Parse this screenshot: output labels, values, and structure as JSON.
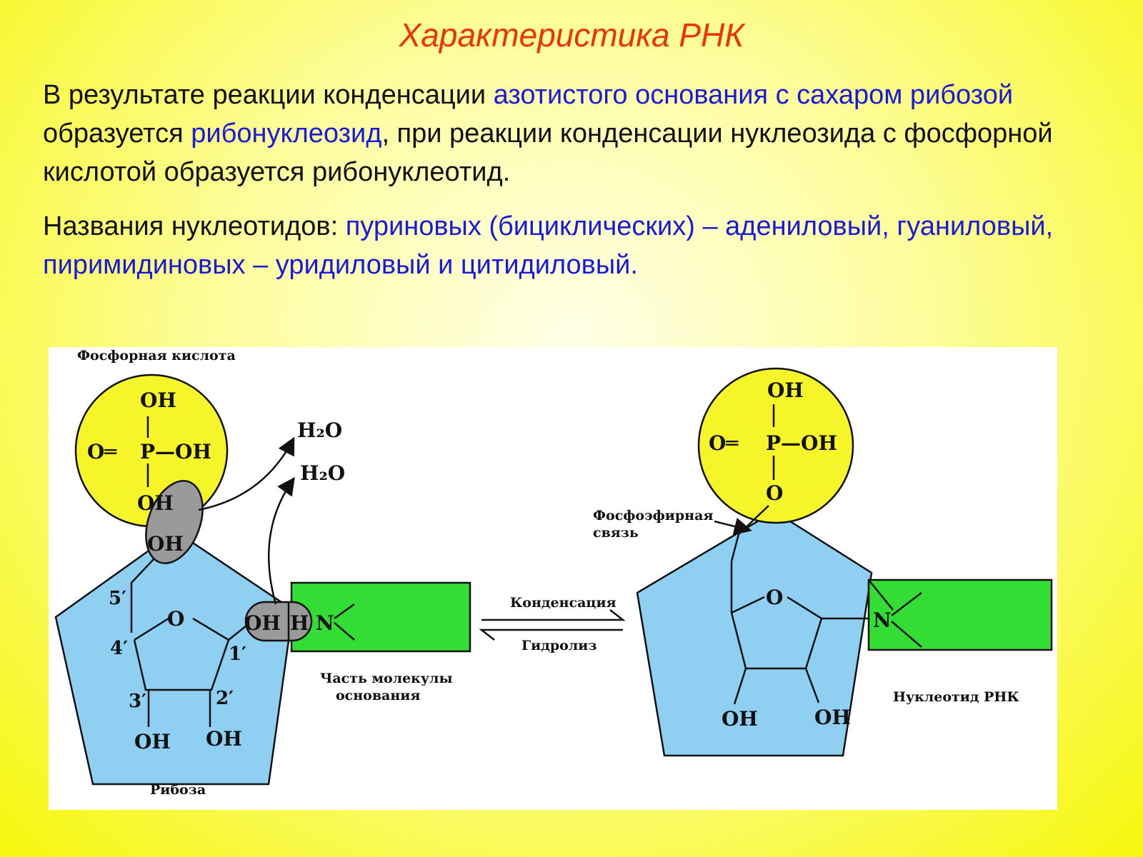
{
  "title": "Характеристика РНК",
  "paragraph1": {
    "t1": "В результате реакции конденсации ",
    "h1": "азотистого основания с сахаром рибозой",
    "t2": " образуется ",
    "h2": "рибонуклеозид",
    "t3": ", при реакции конденсации нуклеозида с фосфорной кислотой образуется рибонуклеотид."
  },
  "paragraph2": {
    "t1": "Названия нуклеотидов: ",
    "h1": "пуриновых (бициклических) – адениловый, гуаниловый, пиримидиновых – уридиловый и цитидиловый."
  },
  "diagram": {
    "labels": {
      "phosphoric_acid": "Фосфорная кислота",
      "ribose": "Рибоза",
      "base_part_1": "Часть молекулы",
      "base_part_2": "основания",
      "condensation": "Конденсация",
      "hydrolysis": "Гидролиз",
      "phosphoester_1": "Фосфоэфирная",
      "phosphoester_2": "связь",
      "nucleotide": "Нуклеотид РНК"
    },
    "chem": {
      "oh": "OH",
      "o": "O",
      "p": "P",
      "n": "N",
      "h": "H",
      "o_eq": "O═",
      "p_oh": "P—OH",
      "h2o": "H₂O",
      "c5": "5′",
      "c4": "4′",
      "c3": "3′",
      "c2": "2′",
      "c1": "1′"
    },
    "colors": {
      "phosphate": "#f5f52a",
      "ribose": "#8ecff2",
      "base": "#33dd33",
      "water_ellipse": "#9a9a9a"
    }
  }
}
